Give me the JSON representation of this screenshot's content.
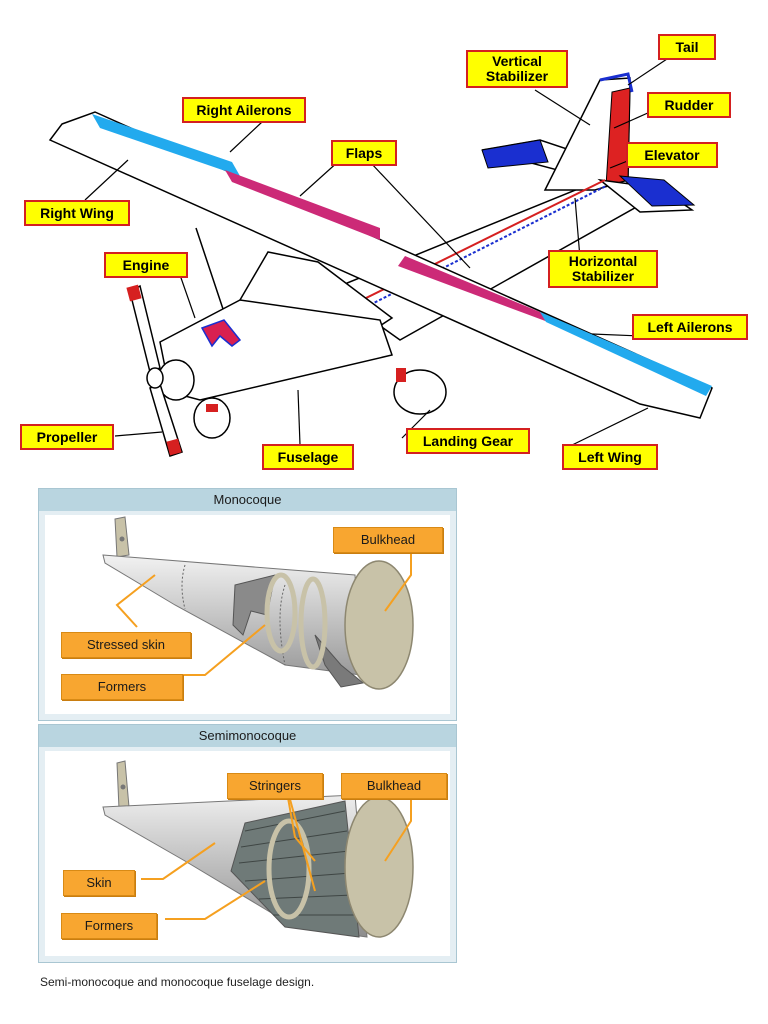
{
  "airplane": {
    "labels": {
      "tail": "Tail",
      "vertical_stabilizer": "Vertical Stabilizer",
      "rudder": "Rudder",
      "elevator": "Elevator",
      "right_ailerons": "Right Ailerons",
      "flaps": "Flaps",
      "right_wing": "Right Wing",
      "engine": "Engine",
      "horizontal_stabilizer": "Horizontal Stabilizer",
      "left_ailerons": "Left Ailerons",
      "propeller": "Propeller",
      "fuselage": "Fuselage",
      "landing_gear": "Landing Gear",
      "left_wing": "Left Wing"
    },
    "colors": {
      "label_fill": "#ffff00",
      "label_border": "#d42020",
      "aileron": "#22aaee",
      "flap": "#cc2a77",
      "rudder": "#dd2222",
      "elevator": "#1a2fd0"
    }
  },
  "monocoque": {
    "title": "Monocoque",
    "labels": {
      "bulkhead": "Bulkhead",
      "stressed_skin": "Stressed skin",
      "formers": "Formers"
    }
  },
  "semimonocoque": {
    "title": "Semimonocoque",
    "labels": {
      "stringers": "Stringers",
      "bulkhead": "Bulkhead",
      "skin": "Skin",
      "formers": "Formers"
    }
  },
  "caption": "Semi-monocoque and monocoque fuselage design."
}
